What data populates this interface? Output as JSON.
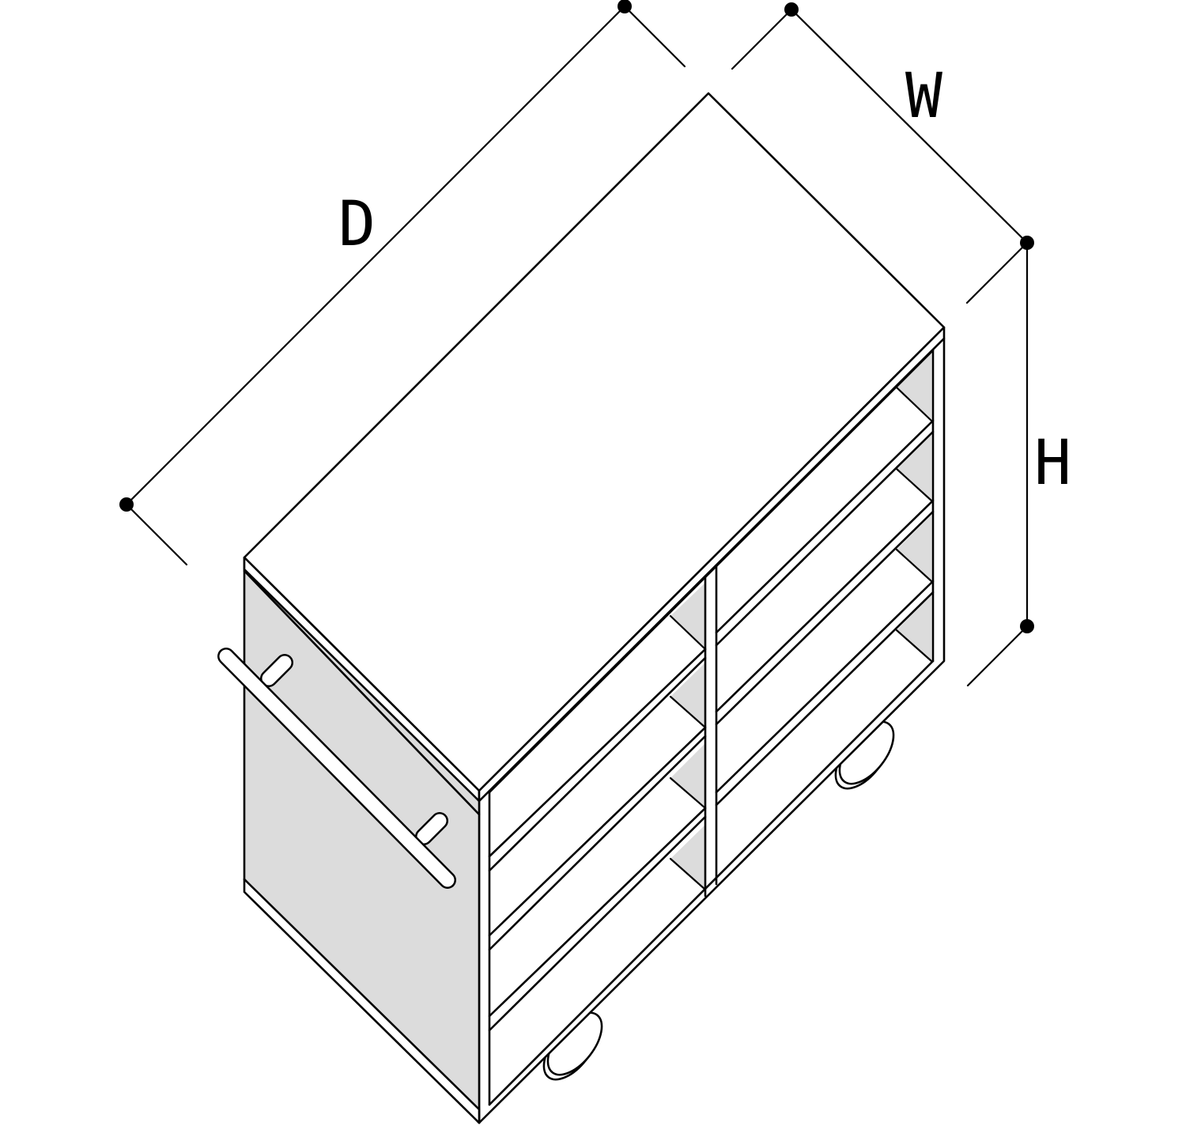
{
  "diagram": {
    "dimension_labels": {
      "depth": "D",
      "width": "W",
      "height": "H"
    },
    "colors": {
      "line": "#000000",
      "side_panel": "#dcdcdc",
      "background": "#ffffff"
    }
  }
}
